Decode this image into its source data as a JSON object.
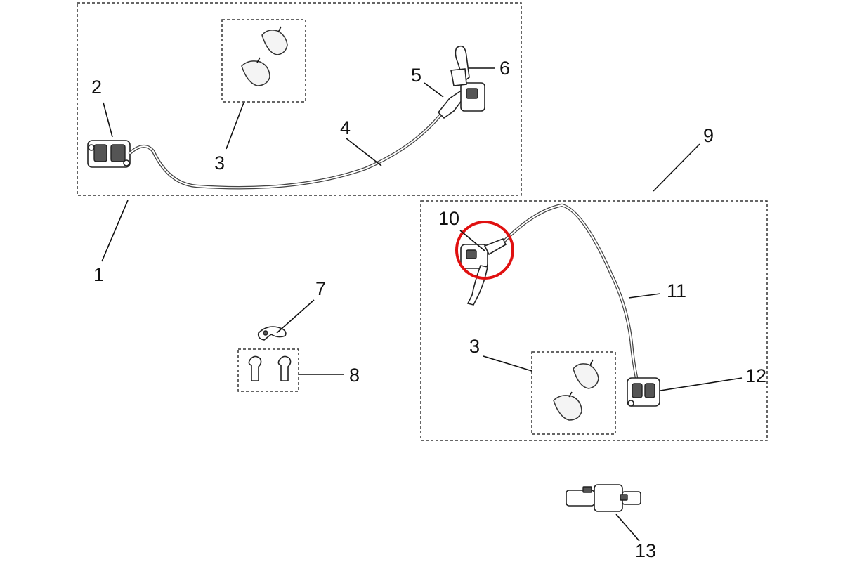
{
  "callouts": {
    "c1": "1",
    "c2": "2",
    "c3a": "3",
    "c3b": "3",
    "c4": "4",
    "c5": "5",
    "c6": "6",
    "c7": "7",
    "c8": "8",
    "c9": "9",
    "c10": "10",
    "c11": "11",
    "c12": "12",
    "c13": "13"
  },
  "highlight": {
    "target_callout": "10",
    "color": "#e01010"
  }
}
